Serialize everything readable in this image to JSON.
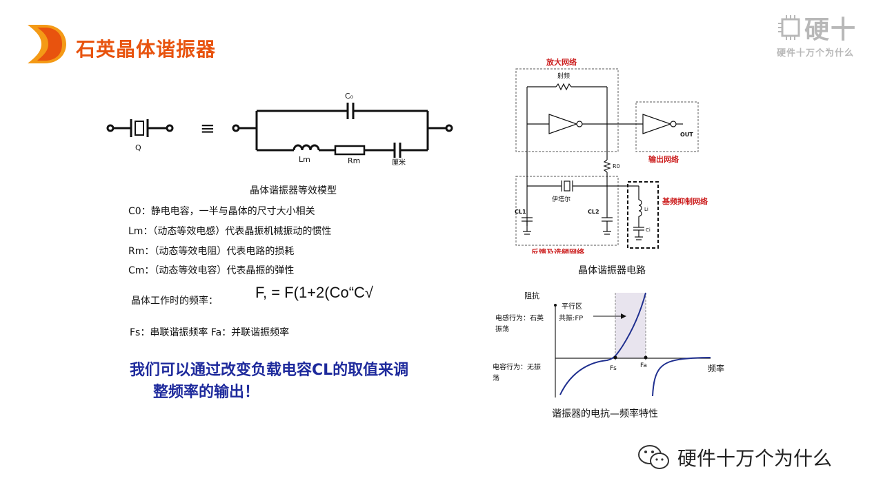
{
  "slide": {
    "title": "石英晶体谐振器",
    "equiv_symbol": "≡",
    "labels": {
      "q": "Q",
      "c0": "C₀",
      "lm": "Lm",
      "rm": "Rm",
      "cm": "厘米",
      "lm_main": "L",
      "lm_sub": "m",
      "rm_main": "R",
      "rm_sub": "m",
      "c0_main": "C",
      "c0_sub": "0"
    },
    "model_caption": "晶体谐振器等效模型",
    "descriptions": [
      "C0：静电电容，一半与晶体的尺寸大小相关",
      "Lm：（动态等效电感）代表晶振机械振动的惯性",
      "Rm：（动态等效电阻）代表电路的损耗",
      "Cm：（动态等效电容）代表晶振的弹性"
    ],
    "freq_label": "晶体工作时的频率：",
    "formula": "F, = F(1+2(Co“C√",
    "fs_fa": "Fs：串联谐振频率 Fa：并联谐振频率",
    "highlight": [
      "我们可以通过改变负载电容CL的取值来调",
      "整频率的输出！"
    ]
  },
  "circuit": {
    "amp_label": "放大网络",
    "rf_label": "射频",
    "out_label": "OUT",
    "output_net": "输出网络",
    "r0_label": "R0",
    "crystal_label": "伊塔尔",
    "cl1": "CL1",
    "cl2": "CL2",
    "suppress": "基频抑制网络",
    "li": "Li",
    "ci": "Ci",
    "feedback": "反馈及选频网络",
    "caption": "晶体谐振器电路"
  },
  "reactance": {
    "impedance": "阻抗",
    "parallel_zone": "平行区",
    "resonance": "共振:FP",
    "inductive": [
      "电感行为：石英",
      "振荡"
    ],
    "capacitive": [
      "电容行为：无振",
      "荡"
    ],
    "fs_label": "Fs",
    "fa_label": "Fa",
    "freq_axis": "频率",
    "caption": "谐振器的电抗—频率特性"
  },
  "brand": {
    "name": "硬十",
    "subtitle": "硬件十万个为什么",
    "watermark": "硬件十万个为什么"
  },
  "colors": {
    "title": "#e8530e",
    "highlight": "#1e2a9c",
    "label_red": "#cc1f1f",
    "curve": "#1f2f8f"
  }
}
